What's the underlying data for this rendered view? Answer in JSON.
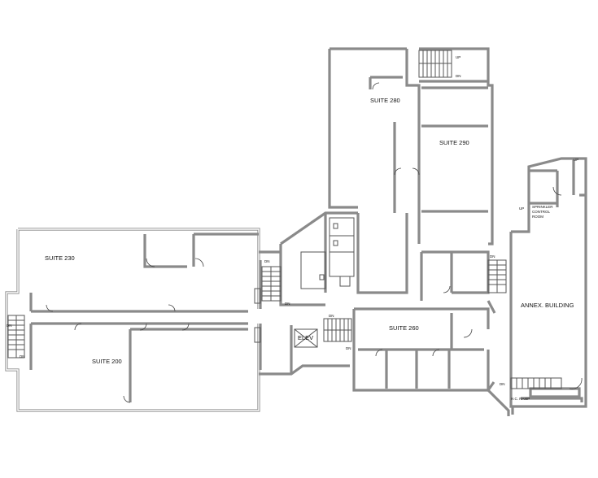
{
  "plan": {
    "rooms": {
      "suite_280": "SUITE 280",
      "suite_290": "SUITE 290",
      "suite_230": "SUITE 230",
      "suite_200": "SUITE 200",
      "suite_260": "SUITE 260",
      "annex": "ANNEX. BUILDING",
      "elev": "ELEV",
      "sprinkler": [
        "SPRINKLER",
        "CONTROL",
        "ROOM"
      ],
      "ramp": "H.C. RAMP"
    },
    "stair_labels": {
      "up": "UP",
      "dn": "DN"
    },
    "line_color": "#8a8a8a"
  }
}
